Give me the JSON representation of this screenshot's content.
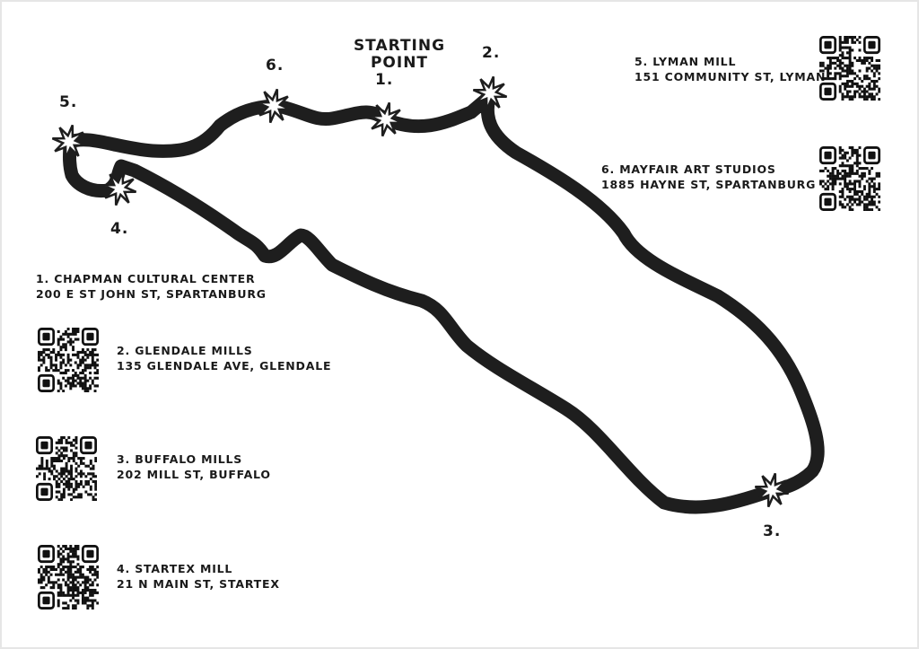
{
  "map": {
    "start_label": "STARTING POINT",
    "markers": [
      {
        "number": "1."
      },
      {
        "number": "2."
      },
      {
        "number": "3."
      },
      {
        "number": "4."
      },
      {
        "number": "5."
      },
      {
        "number": "6."
      }
    ]
  },
  "locations": [
    {
      "name": "1. CHAPMAN CULTURAL CENTER",
      "address": "200 E ST JOHN ST, SPARTANBURG",
      "has_qr": false
    },
    {
      "name": "2. GLENDALE MILLS",
      "address": "135 GLENDALE AVE, GLENDALE",
      "has_qr": true
    },
    {
      "name": "3. BUFFALO MILLS",
      "address": "202 MILL ST, BUFFALO",
      "has_qr": true
    },
    {
      "name": "4. STARTEX MILL",
      "address": "21 N MAIN ST, STARTEX",
      "has_qr": true
    },
    {
      "name": "5. LYMAN MILL",
      "address": "151 COMMUNITY ST, LYMAN",
      "has_qr": true
    },
    {
      "name": "6. MAYFAIR ART STUDIOS",
      "address": "1885 HAYNE ST, SPARTANBURG",
      "has_qr": true
    }
  ],
  "colors": {
    "route": "#1e1e1e",
    "background": "#ffffff"
  }
}
